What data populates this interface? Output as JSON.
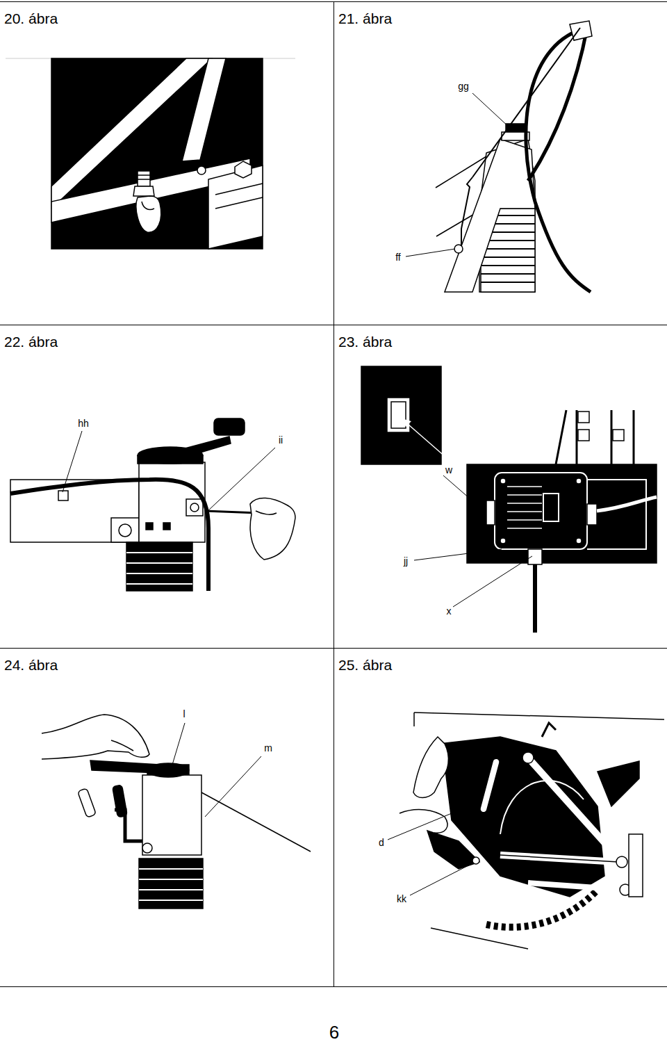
{
  "diagram": {
    "nodes": [
      {
        "text": [
          "20. ábra"
        ]
      },
      {
        "text": [
          "21. ábra"
        ]
      },
      {
        "text": [
          "22. ábra"
        ]
      },
      {
        "text": [
          "23. ábra"
        ]
      },
      {
        "text": [
          "24. ábra"
        ]
      },
      {
        "text": [
          "25. ábra"
        ]
      }
    ],
    "labels": [
      "gg",
      "ff",
      "hh",
      "ii",
      "w",
      "jj",
      "x",
      "l",
      "m",
      "d",
      "kk",
      "6"
    ]
  }
}
